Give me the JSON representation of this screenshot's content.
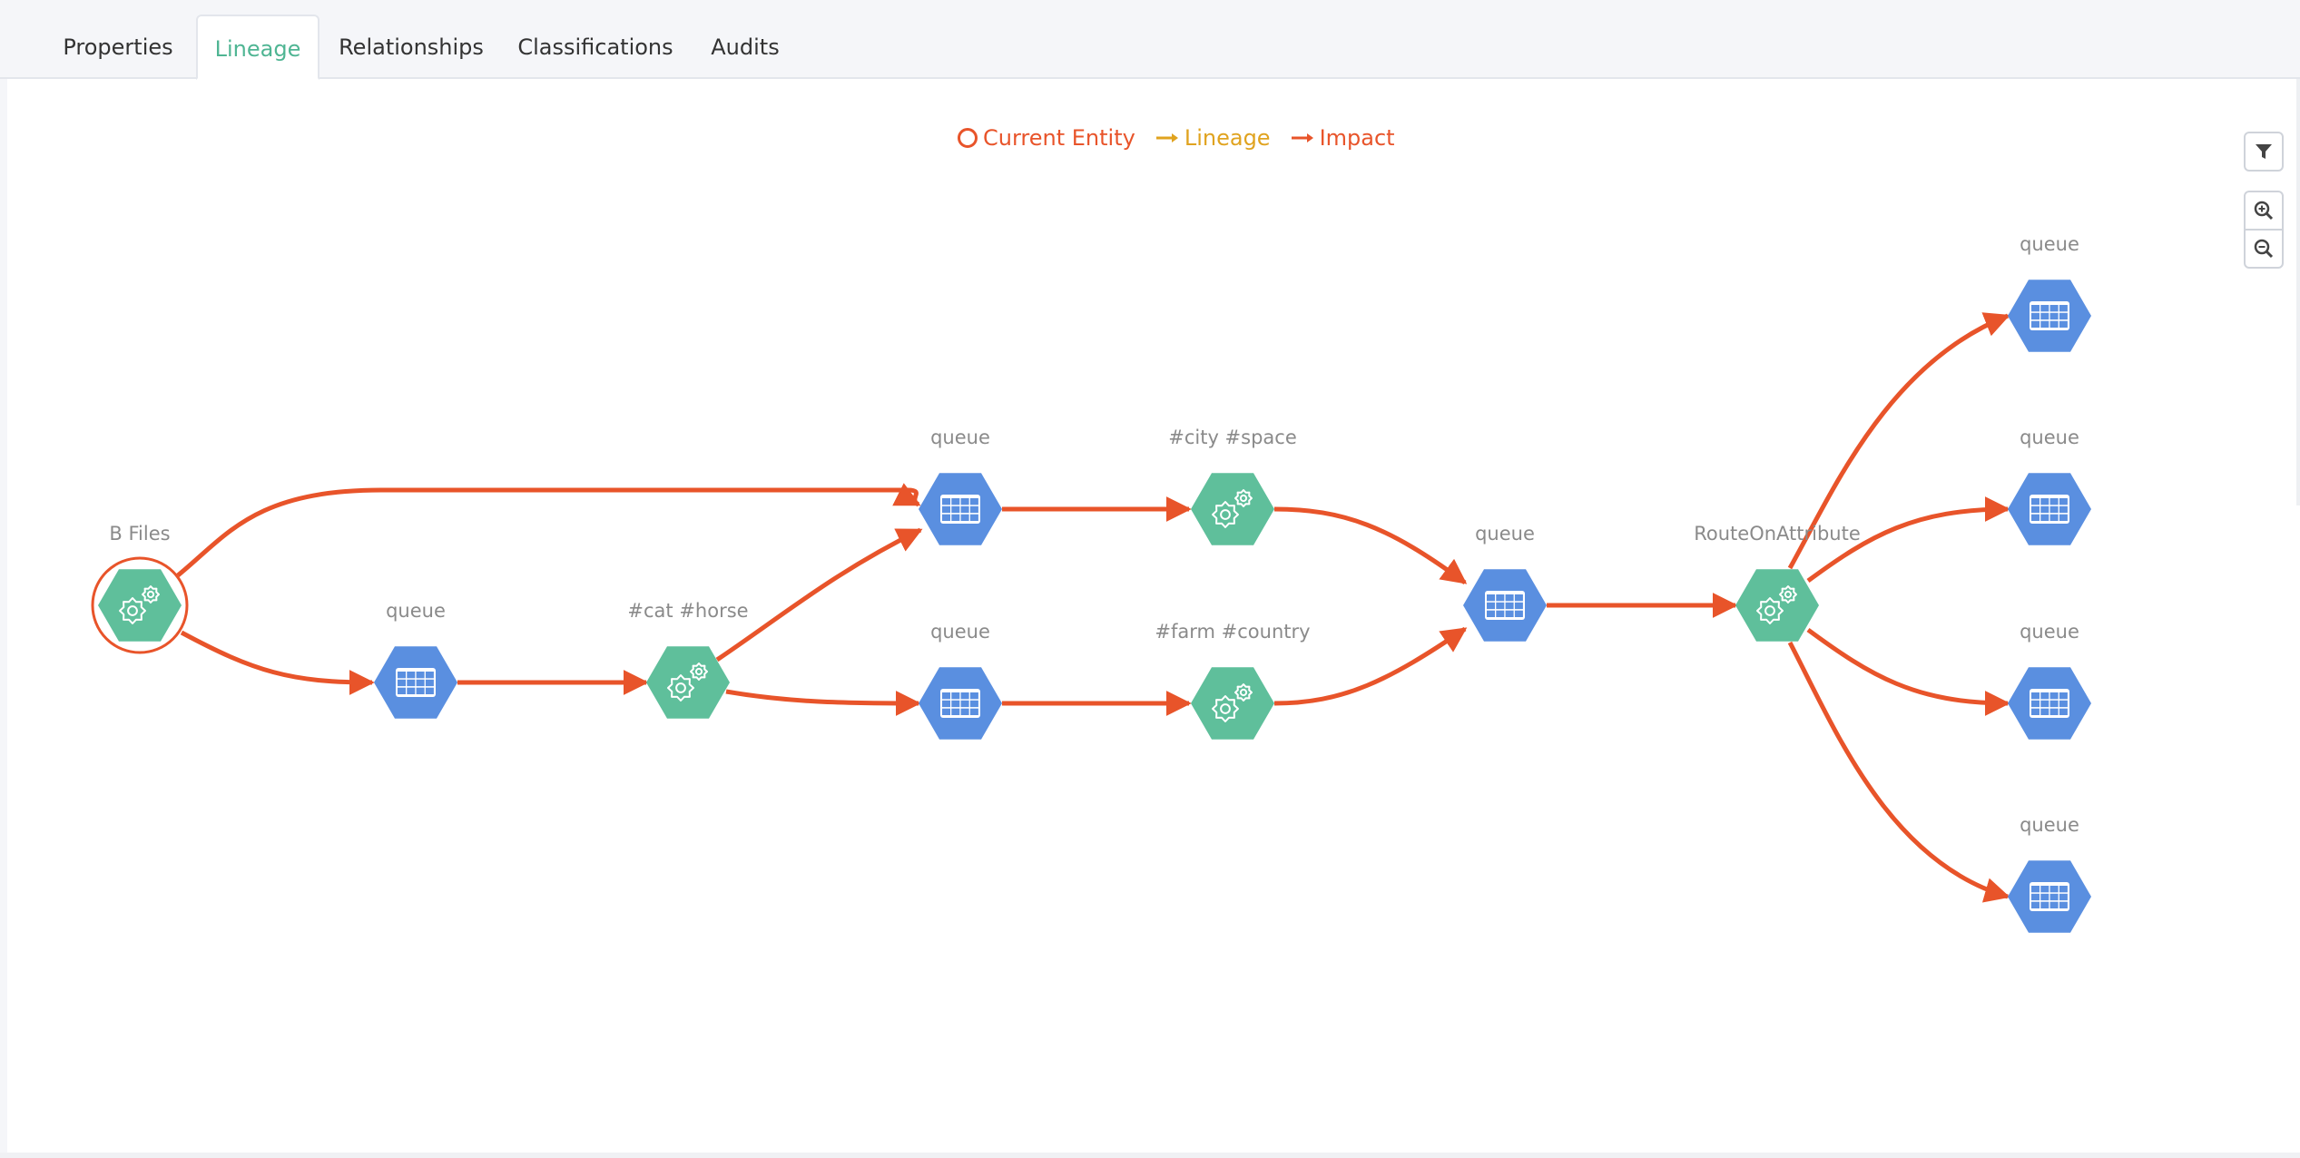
{
  "tabs": [
    {
      "label": "Properties",
      "active": false
    },
    {
      "label": "Lineage",
      "active": true
    },
    {
      "label": "Relationships",
      "active": false
    },
    {
      "label": "Classifications",
      "active": false
    },
    {
      "label": "Audits",
      "active": false
    }
  ],
  "legend": {
    "current_entity": "Current Entity",
    "lineage": "Lineage",
    "impact": "Impact",
    "colors": {
      "current_entity": "#e8542a",
      "lineage": "#e0a31f",
      "impact": "#e8542a"
    }
  },
  "controls": {
    "filter_icon": "filter-icon",
    "zoom_in_icon": "zoom-in-icon",
    "zoom_out_icon": "zoom-out-icon"
  },
  "graph": {
    "colors": {
      "process": "#5fbf9b",
      "dataset": "#5a8fe0",
      "edge": "#e8542a"
    },
    "nodes": [
      {
        "id": "b-files",
        "label": "B Files",
        "type": "process",
        "current": true
      },
      {
        "id": "queue-1",
        "label": "queue",
        "type": "dataset"
      },
      {
        "id": "cat-horse",
        "label": "#cat #horse",
        "type": "process"
      },
      {
        "id": "queue-2",
        "label": "queue",
        "type": "dataset"
      },
      {
        "id": "queue-3",
        "label": "queue",
        "type": "dataset"
      },
      {
        "id": "city-space",
        "label": "#city #space",
        "type": "process"
      },
      {
        "id": "farm-country",
        "label": "#farm #country",
        "type": "process"
      },
      {
        "id": "queue-4",
        "label": "queue",
        "type": "dataset"
      },
      {
        "id": "route-on-attribute",
        "label": "RouteOnAttribute",
        "type": "process"
      },
      {
        "id": "queue-5",
        "label": "queue",
        "type": "dataset"
      },
      {
        "id": "queue-6",
        "label": "queue",
        "type": "dataset"
      },
      {
        "id": "queue-7",
        "label": "queue",
        "type": "dataset"
      },
      {
        "id": "queue-8",
        "label": "queue",
        "type": "dataset"
      }
    ],
    "edges": [
      {
        "from": "b-files",
        "to": "queue-2"
      },
      {
        "from": "b-files",
        "to": "queue-1"
      },
      {
        "from": "queue-1",
        "to": "cat-horse"
      },
      {
        "from": "cat-horse",
        "to": "queue-2"
      },
      {
        "from": "cat-horse",
        "to": "queue-3"
      },
      {
        "from": "queue-2",
        "to": "city-space"
      },
      {
        "from": "queue-3",
        "to": "farm-country"
      },
      {
        "from": "city-space",
        "to": "queue-4"
      },
      {
        "from": "farm-country",
        "to": "queue-4"
      },
      {
        "from": "queue-4",
        "to": "route-on-attribute"
      },
      {
        "from": "route-on-attribute",
        "to": "queue-5"
      },
      {
        "from": "route-on-attribute",
        "to": "queue-6"
      },
      {
        "from": "route-on-attribute",
        "to": "queue-7"
      },
      {
        "from": "route-on-attribute",
        "to": "queue-8"
      }
    ]
  }
}
